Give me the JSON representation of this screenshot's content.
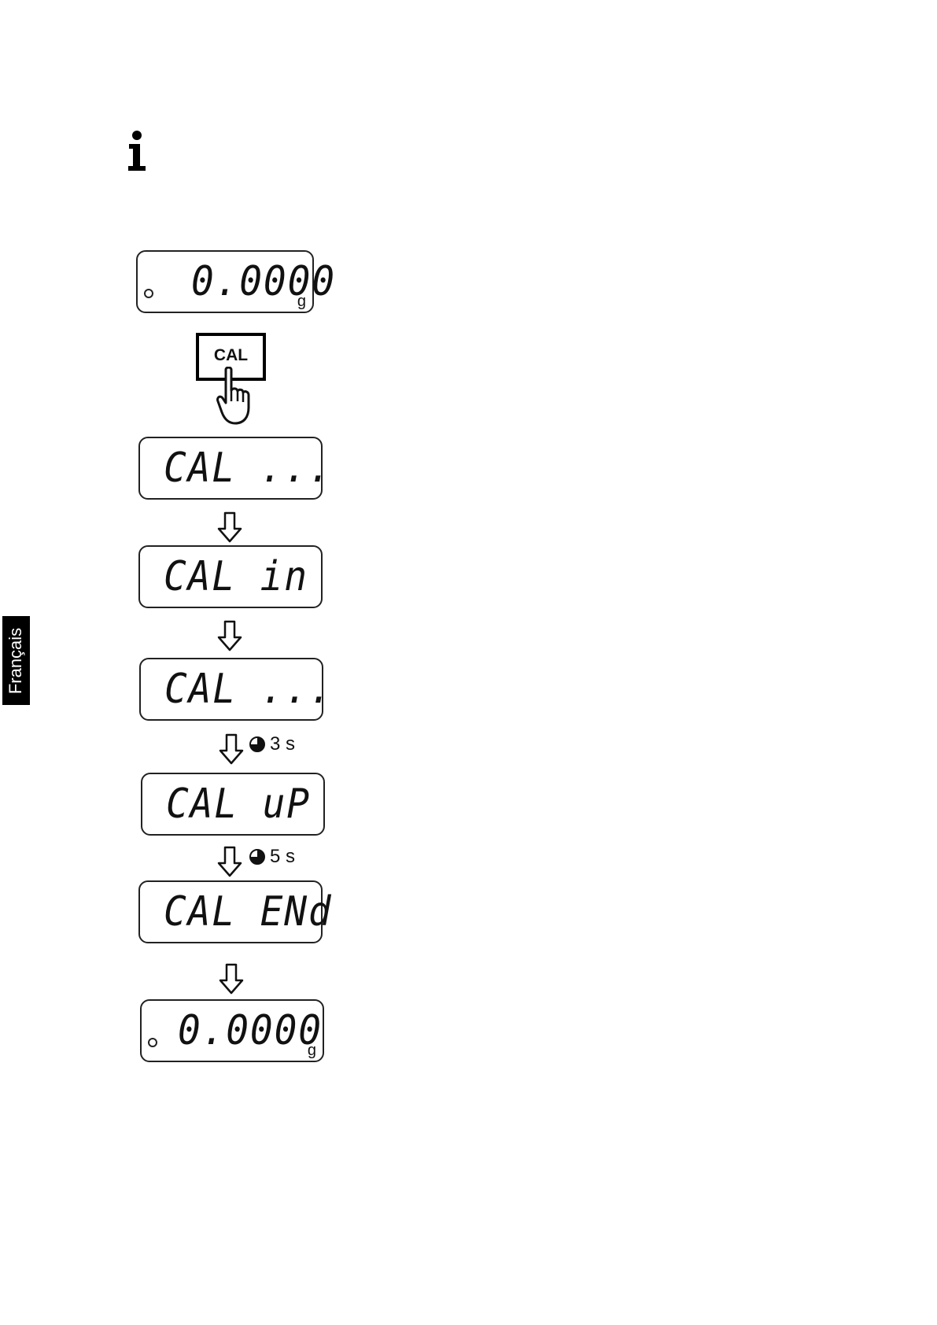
{
  "sidebar": {
    "language_tab": "Français"
  },
  "icons": {
    "info": "info-icon",
    "hand": "pointing-hand-icon",
    "arrow": "down-arrow-icon",
    "timer": "clock-icon"
  },
  "procedure": {
    "display_start": {
      "value": "0.0000",
      "unit": "g"
    },
    "key": {
      "label": "CAL"
    },
    "display_cal_1": {
      "value": "CAL ..."
    },
    "display_cal_in": {
      "value": "CAL in"
    },
    "display_cal_2": {
      "value": "CAL ..."
    },
    "wait_1": {
      "label": "3 s"
    },
    "display_cal_up": {
      "value": "CAL uP"
    },
    "wait_2": {
      "label": "5 s"
    },
    "display_cal_end": {
      "value": "CAL ENd"
    },
    "display_final": {
      "value": "0.0000",
      "unit": "g"
    }
  }
}
